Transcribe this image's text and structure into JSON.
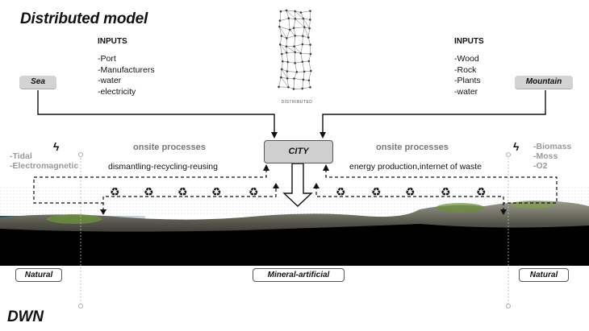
{
  "title": "Distributed model",
  "footer": "DWN",
  "network_caption": "DISTRIBUTED",
  "left_inputs": {
    "heading": "INPUTS",
    "items": [
      "-Port",
      "-Manufacturers",
      "-water",
      "-electricity"
    ],
    "source": "Sea"
  },
  "right_inputs": {
    "heading": "INPUTS",
    "items": [
      "-Wood",
      "-Rock",
      "-Plants",
      "-water"
    ],
    "source": "Mountain"
  },
  "city": "CITY",
  "left_process": {
    "heading": "onsite processes",
    "text": "dismantling-recycling-reusing",
    "energy": [
      "-Tidal",
      "-Electromagnetic"
    ]
  },
  "right_process": {
    "heading": "onsite processes",
    "text": "energy production,internet of waste",
    "energy": [
      "-Biomass",
      "-Moss",
      "-O2"
    ]
  },
  "zones": {
    "left": "Natural",
    "center": "Mineral-artificial",
    "right": "Natural"
  },
  "icons": {
    "recycle": "♻",
    "bolt": "ϟ"
  },
  "colors": {
    "pill": "#d3d3d3",
    "energy_text": "#999999",
    "onsite_text": "#777777",
    "ground": "#000000",
    "sea": "#2d5f74",
    "vegetation": "#6a8f3c"
  }
}
